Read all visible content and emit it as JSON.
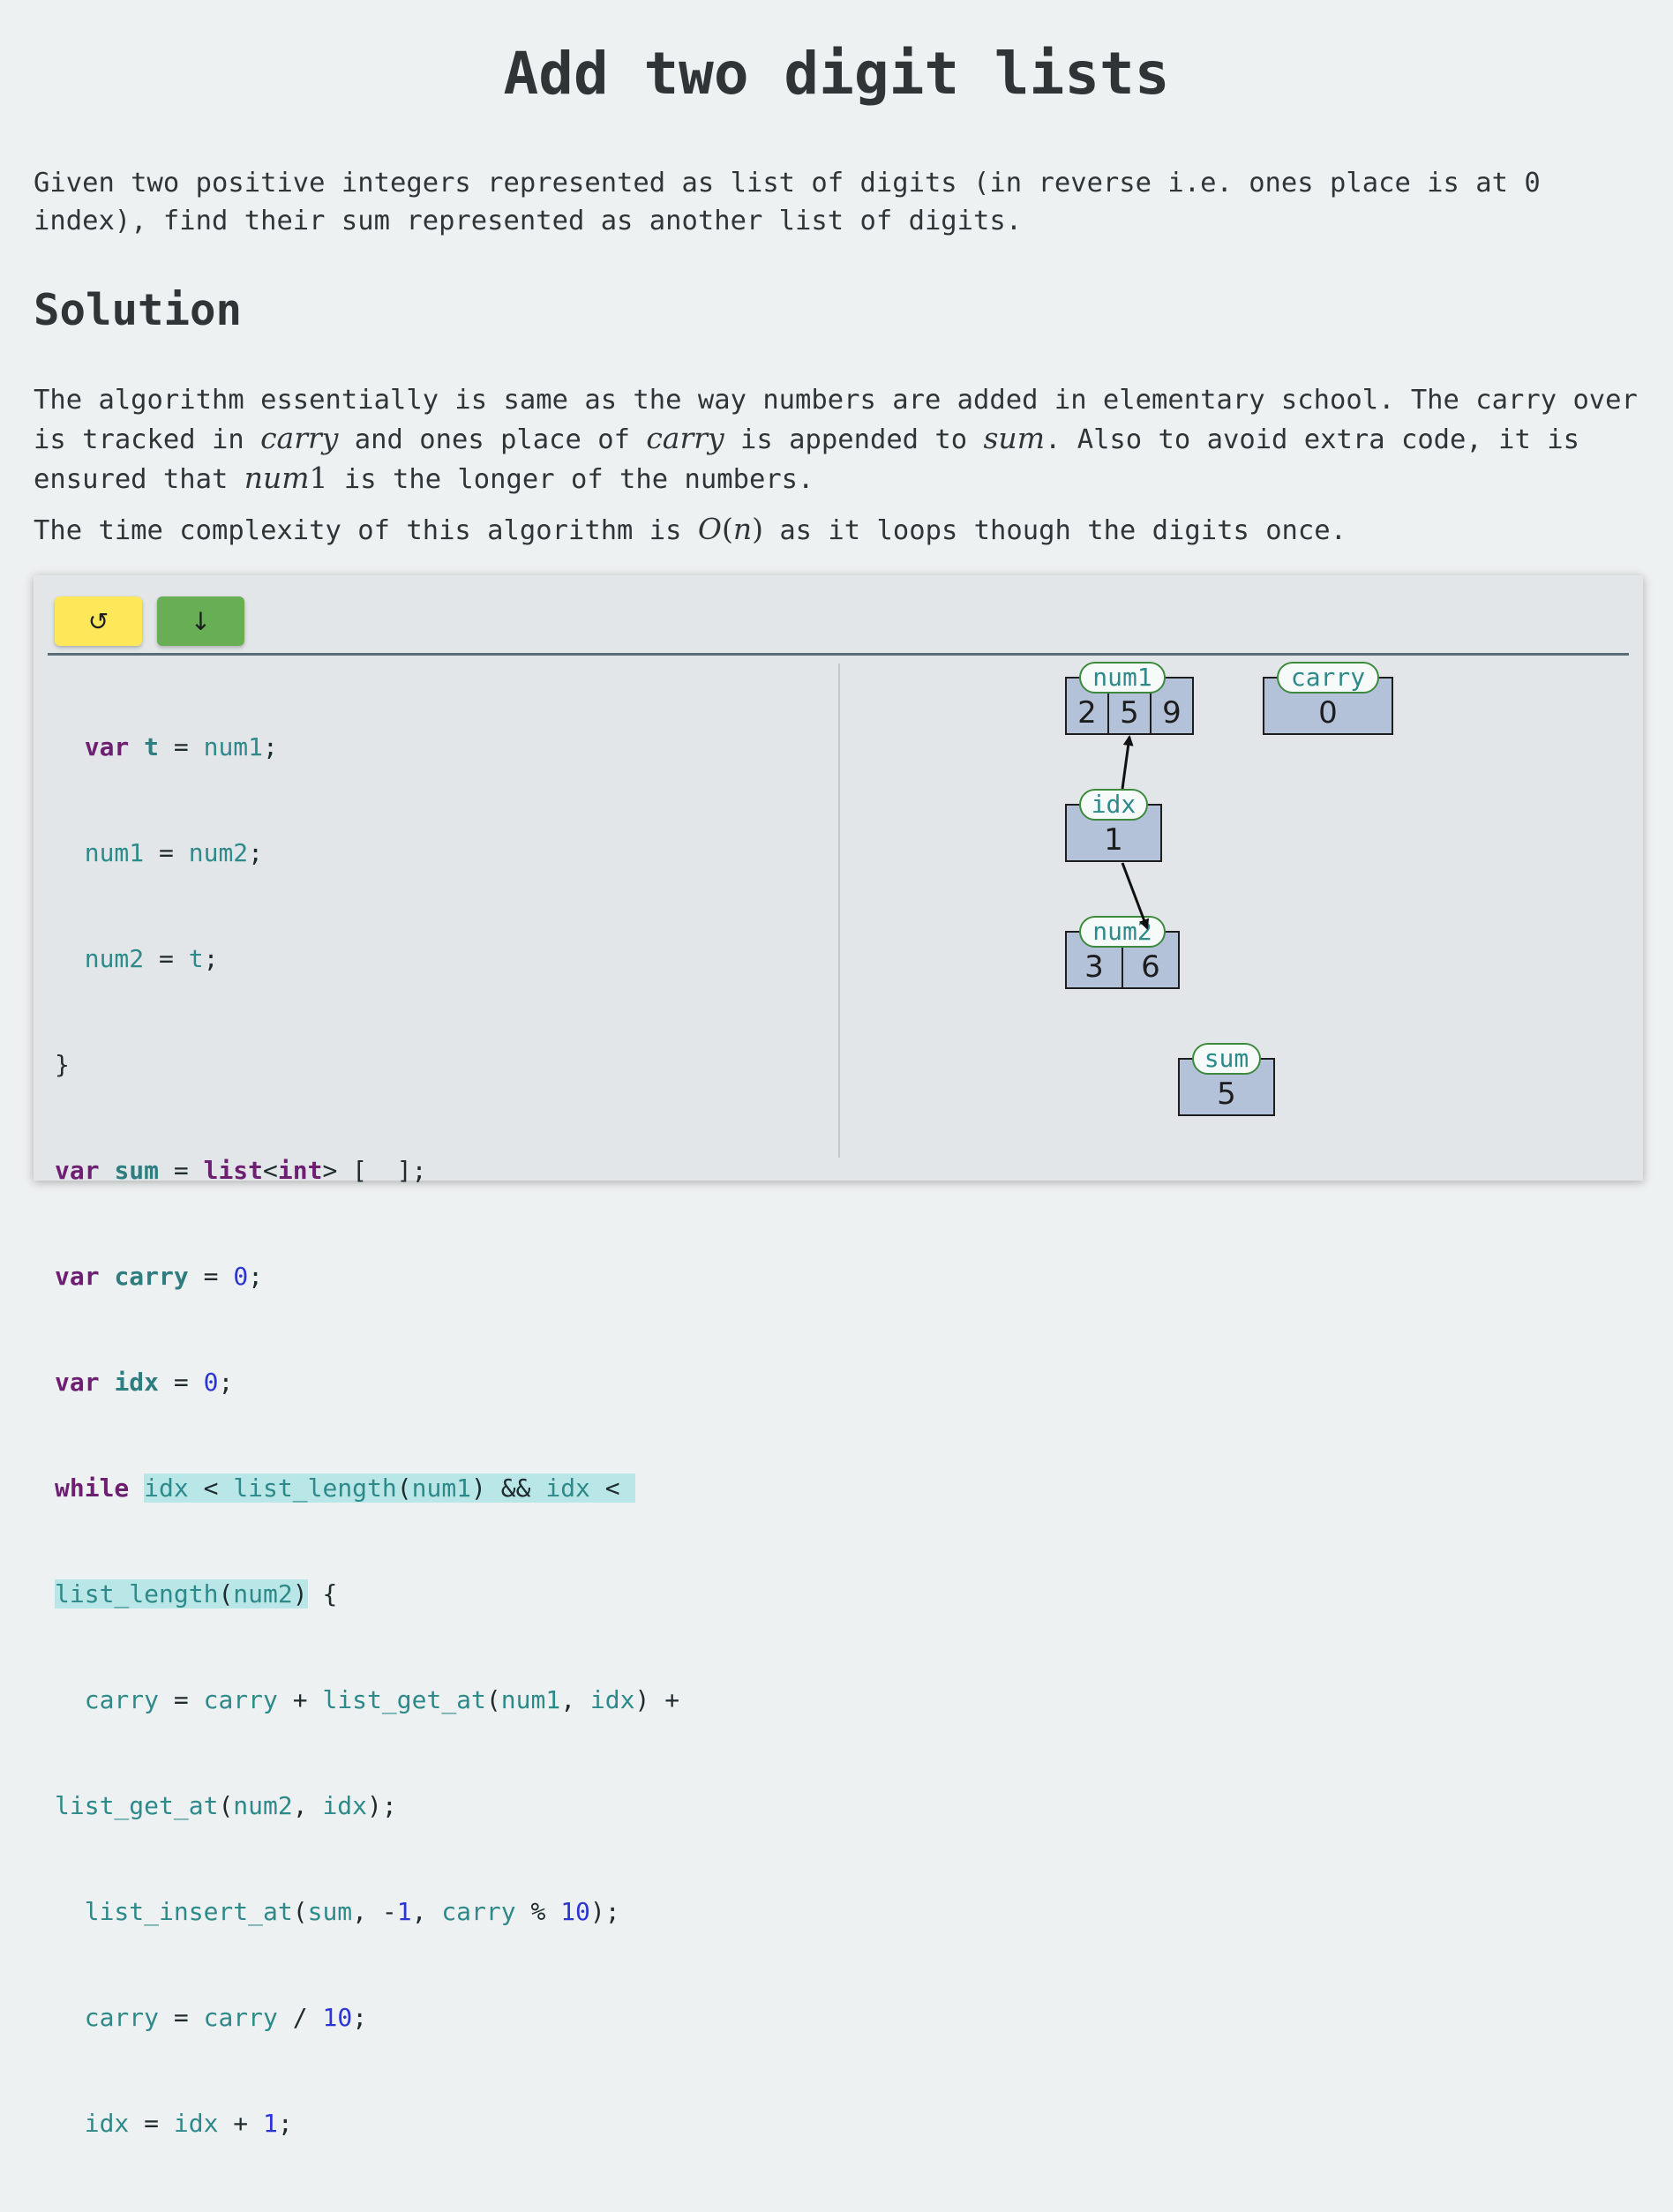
{
  "page": {
    "title": "Add two digit lists",
    "intro": "Given two positive integers represented as list of digits (in reverse i.e. ones place is at 0 index), find their sum represented as another list of digits.",
    "section_title": "Solution",
    "p2": {
      "t1": "The algorithm essentially is same as the way numbers are added in elementary school. The carry over is tracked in ",
      "m1": "carry",
      "t2": " and ones place of ",
      "m2": "carry",
      "t3": " is appended to ",
      "m3": "sum",
      "t4": ". Also to avoid extra code, it is ensured that ",
      "m4": "num",
      "m4b": "1",
      "t5": " is the longer of the numbers."
    },
    "p3": {
      "t1": "The time complexity of this algorithm is ",
      "m1": "O",
      "m2": "(",
      "m3": "n",
      "m4": ")",
      "t2": " as it loops though the digits once."
    }
  },
  "toolbar": {
    "reset_icon": "↺",
    "step_icon": "↓"
  },
  "code": {
    "l1": {
      "a": "  ",
      "kw": "var",
      "b": " ",
      "name": "t",
      "c": " = ",
      "id": "num1",
      "d": ";"
    },
    "l2": {
      "a": "  ",
      "id1": "num1",
      "b": " = ",
      "id2": "num2",
      "c": ";"
    },
    "l3": {
      "a": "  ",
      "id1": "num2",
      "b": " = ",
      "id2": "t",
      "c": ";"
    },
    "l4": {
      "a": "}"
    },
    "l5": {
      "kw1": "var",
      "b": " ",
      "name": "sum",
      "c": " = ",
      "kw2": "list",
      "d": "<",
      "kw3": "int",
      "e": "> [  ];"
    },
    "l6": {
      "kw": "var",
      "b": " ",
      "name": "carry",
      "c": " = ",
      "num": "0",
      "d": ";"
    },
    "l7": {
      "kw": "var",
      "b": " ",
      "name": "idx",
      "c": " = ",
      "num": "0",
      "d": ";"
    },
    "l8": {
      "kw": "while",
      "b": " ",
      "h1": "idx",
      "h2": " < ",
      "h3": "list_length",
      "h4": "(",
      "h5": "num1",
      "h6": ") && ",
      "h7": "idx",
      "h8": " < "
    },
    "l9": {
      "h1": "list_length",
      "h2": "(",
      "h3": "num2",
      "h4": ")",
      "b": " {"
    },
    "l10": {
      "a": "  ",
      "id1": "carry",
      "b": " = ",
      "id2": "carry",
      "c": " + ",
      "id3": "list_get_at",
      "d": "(",
      "id4": "num1",
      "e": ", ",
      "id5": "idx",
      "f": ") +"
    },
    "l11": {
      "id1": "list_get_at",
      "a": "(",
      "id2": "num2",
      "b": ", ",
      "id3": "idx",
      "c": ");"
    },
    "l12": {
      "a": "  ",
      "id1": "list_insert_at",
      "b": "(",
      "id2": "sum",
      "c": ", -",
      "num1": "1",
      "d": ", ",
      "id3": "carry",
      "e": " % ",
      "num2": "10",
      "f": ");"
    },
    "l13": {
      "a": "  ",
      "id1": "carry",
      "b": " = ",
      "id2": "carry",
      "c": " / ",
      "num": "10",
      "d": ";"
    },
    "l14": {
      "a": "  ",
      "id1": "idx",
      "b": " = ",
      "id2": "idx",
      "c": " + ",
      "num": "1",
      "d": ";"
    }
  },
  "visualization": {
    "num1": {
      "label": "num1",
      "values": [
        "2",
        "5",
        "9"
      ]
    },
    "carry": {
      "label": "carry",
      "value": "0"
    },
    "idx": {
      "label": "idx",
      "value": "1"
    },
    "num2": {
      "label": "num2",
      "values": [
        "3",
        "6"
      ]
    },
    "sum": {
      "label": "sum",
      "value": "5"
    }
  }
}
